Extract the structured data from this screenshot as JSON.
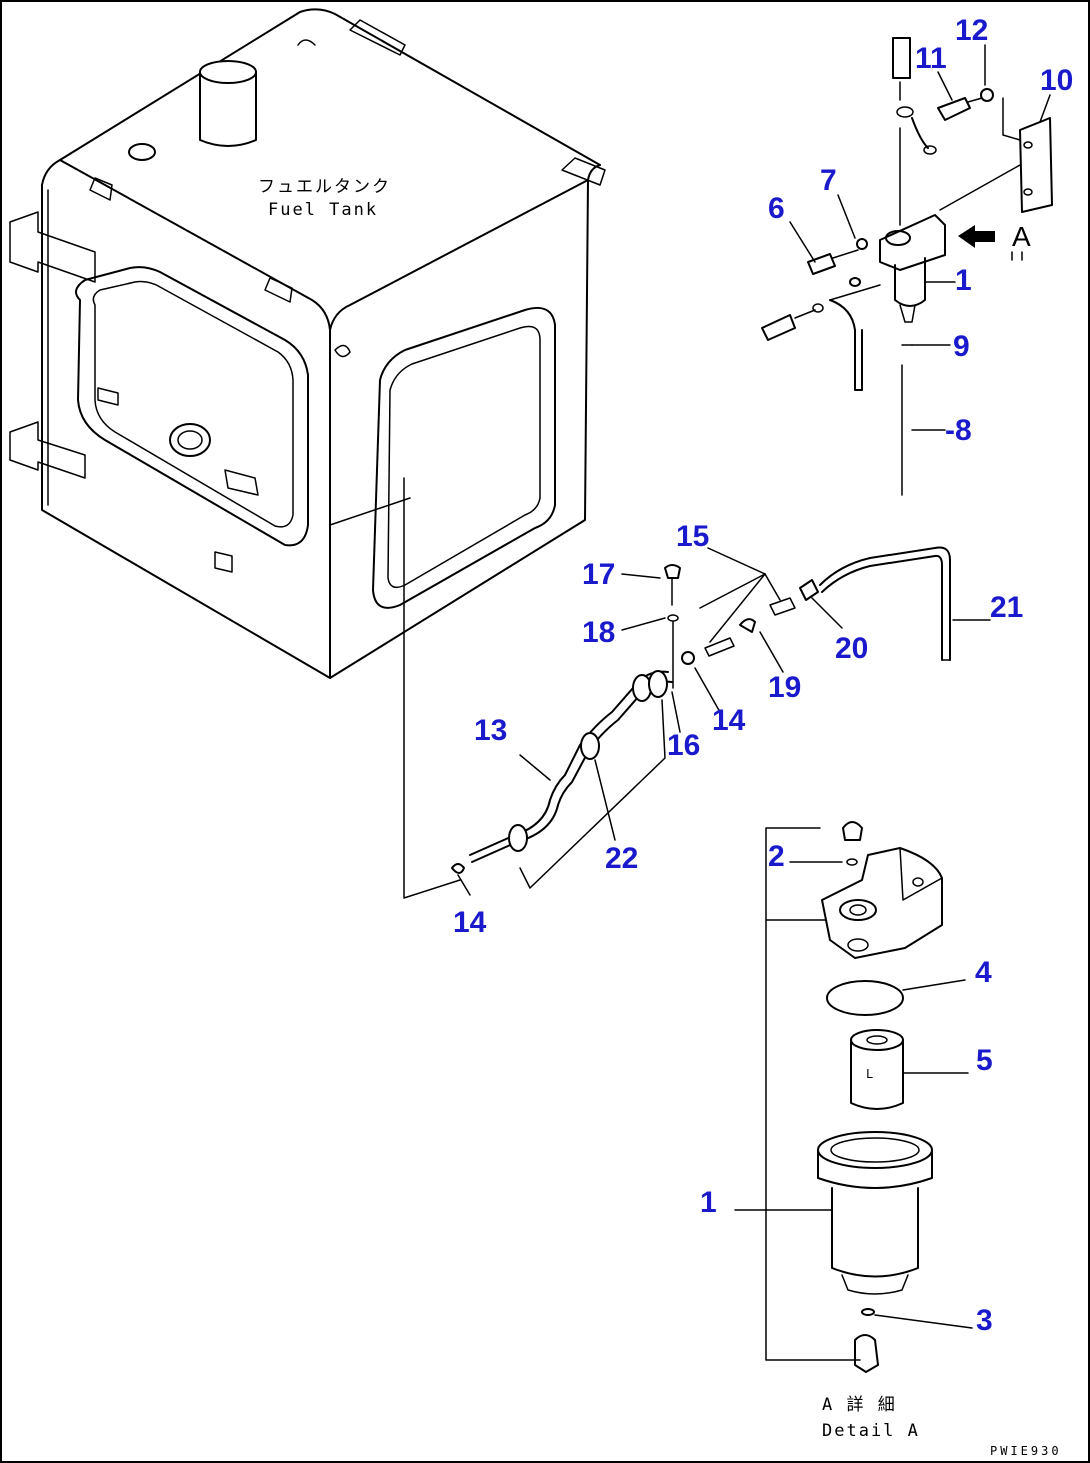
{
  "tank": {
    "label_jp": "フュエルタンク",
    "label_en": "Fuel Tank"
  },
  "detail": {
    "label_jp": "A 詳 細",
    "label_en": "Detail A",
    "view_arrow_letter": "A"
  },
  "drawing_code": "PWIE930",
  "callouts": {
    "c1_top": "1",
    "c1_bottom": "1",
    "c2": "2",
    "c3": "3",
    "c4": "4",
    "c5": "5",
    "c6": "6",
    "c7": "7",
    "c8": "-8",
    "c9": "9",
    "c10": "10",
    "c11": "11",
    "c12": "12",
    "c13": "13",
    "c14_a": "14",
    "c14_b": "14",
    "c15": "15",
    "c16": "16",
    "c17": "17",
    "c18": "18",
    "c19": "19",
    "c20": "20",
    "c21": "21",
    "c22": "22"
  },
  "colors": {
    "callout": "#1a1acc",
    "linework": "#000000",
    "background": "#ffffff"
  }
}
